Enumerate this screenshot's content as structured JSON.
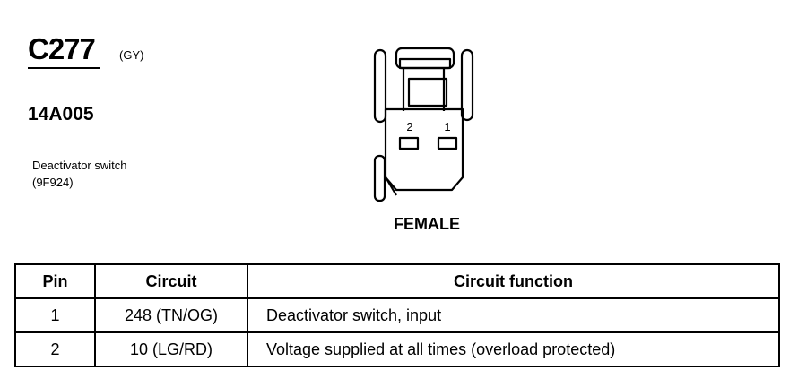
{
  "connector": {
    "id": "C277",
    "color": "(GY)",
    "part_number": "14A005",
    "component_name": "Deactivator switch",
    "component_code": "(9F924)",
    "view": "FEMALE",
    "pin_labels": [
      "2",
      "1"
    ]
  },
  "table": {
    "headers": [
      "Pin",
      "Circuit",
      "Circuit function"
    ],
    "rows": [
      {
        "pin": "1",
        "circuit": "248 (TN/OG)",
        "function": "Deactivator switch, input"
      },
      {
        "pin": "2",
        "circuit": "10 (LG/RD)",
        "function": "Voltage supplied at all times (overload protected)"
      }
    ]
  }
}
